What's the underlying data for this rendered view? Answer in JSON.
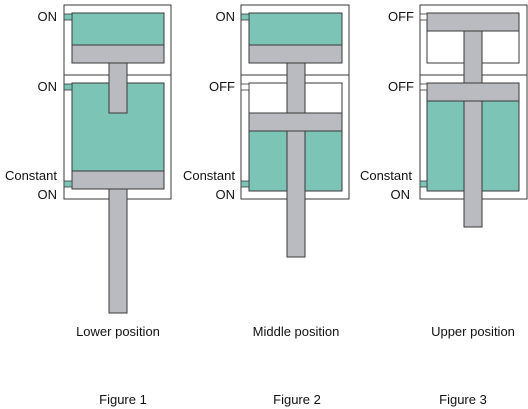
{
  "colors": {
    "fluid": "#7cc4b6",
    "rod": "#babbc0",
    "outline": "#3a3a3a"
  },
  "figures": [
    {
      "caption": "Figure 1",
      "position_label": "Lower position",
      "top_port": "ON",
      "mid_port": "ON",
      "constant": "Constant",
      "bottom_port": "ON"
    },
    {
      "caption": "Figure 2",
      "position_label": "Middle position",
      "top_port": "ON",
      "mid_port": "OFF",
      "constant": "Constant",
      "bottom_port": "ON"
    },
    {
      "caption": "Figure 3",
      "position_label": "Upper position",
      "top_port": "OFF",
      "mid_port": "OFF",
      "constant": "Constant",
      "bottom_port": "ON"
    }
  ]
}
